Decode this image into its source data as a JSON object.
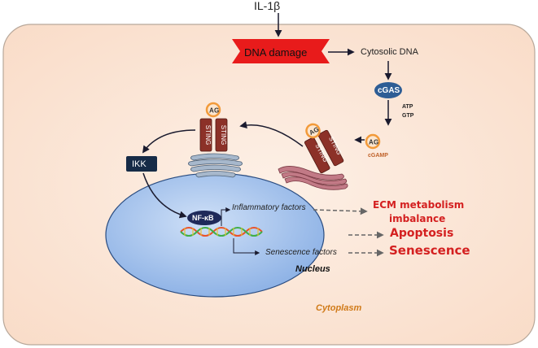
{
  "labels": {
    "stimulus": "IL-1β",
    "dna_damage": "DNA damage",
    "cytosolic_dna": "Cytosolic DNA",
    "cgas": "cGAS",
    "atp": "ATP",
    "gtp": "GTP",
    "cgamp": "cGAMP",
    "sting": "STING",
    "nucleotide_a": "A",
    "nucleotide_g": "G",
    "ikk": "IKK",
    "nfkb": "NF-κB",
    "inflammatory_factors": "Inflammatory factors",
    "senescence_factors": "Senescence factors",
    "nucleus": "Nucleus",
    "cytoplasm": "Cytoplasm"
  },
  "outcomes": {
    "ecm_line1": "ECM metabolism",
    "ecm_line2": "imbalance",
    "apoptosis": "Apoptosis",
    "senescence": "Senescence"
  },
  "colors": {
    "cell_fill": "#fbe3d3",
    "cell_border": "#b8a89a",
    "nucleus_fill": "#a9c6ee",
    "dna_damage_banner": "#e81b1b",
    "cgas_fill": "#2e5d95",
    "ikk_fill": "#162b47",
    "sting_fill": "#8c3128",
    "nucleotide_ring": "#f29a3a",
    "outcome_text": "#d42020",
    "cytoplasm_text": "#d07a18"
  }
}
